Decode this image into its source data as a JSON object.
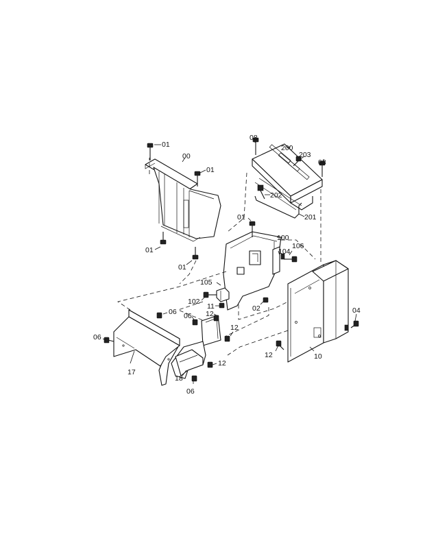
{
  "parts": [
    {
      "id": "p01a",
      "label": "01"
    },
    {
      "id": "p00",
      "label": "00"
    },
    {
      "id": "p01b",
      "label": "01"
    },
    {
      "id": "p01c",
      "label": "01"
    },
    {
      "id": "p01d",
      "label": "01"
    },
    {
      "id": "p08a",
      "label": "08"
    },
    {
      "id": "p200",
      "label": "200"
    },
    {
      "id": "p203",
      "label": "203"
    },
    {
      "id": "p08b",
      "label": "08"
    },
    {
      "id": "p202",
      "label": "202"
    },
    {
      "id": "p201",
      "label": "201"
    },
    {
      "id": "p01e",
      "label": "01"
    },
    {
      "id": "p100",
      "label": "100"
    },
    {
      "id": "p106",
      "label": "106"
    },
    {
      "id": "p104",
      "label": "104"
    },
    {
      "id": "p105",
      "label": "105"
    },
    {
      "id": "p102",
      "label": "102"
    },
    {
      "id": "p11",
      "label": "11"
    },
    {
      "id": "p02",
      "label": "02"
    },
    {
      "id": "p06a",
      "label": "06"
    },
    {
      "id": "p06b",
      "label": "06"
    },
    {
      "id": "p12a",
      "label": "12"
    },
    {
      "id": "p12b",
      "label": "12"
    },
    {
      "id": "p06c",
      "label": "06"
    },
    {
      "id": "p12c",
      "label": "12"
    },
    {
      "id": "p17",
      "label": "17"
    },
    {
      "id": "p18",
      "label": "18"
    },
    {
      "id": "p06d",
      "label": "06"
    },
    {
      "id": "p04",
      "label": "04"
    },
    {
      "id": "p12d",
      "label": "12"
    },
    {
      "id": "p10",
      "label": "10"
    }
  ]
}
